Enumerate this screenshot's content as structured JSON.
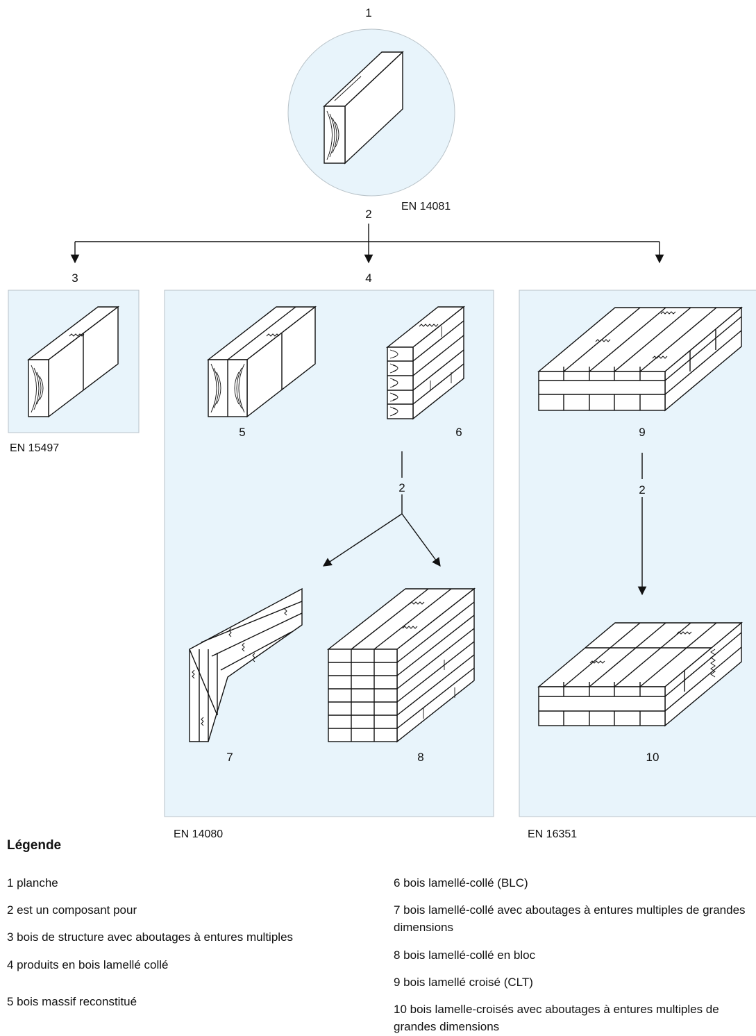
{
  "labels": {
    "n1": "1",
    "n2_top": "2",
    "n3": "3",
    "n4": "4",
    "n5": "5",
    "n6": "6",
    "n7": "7",
    "n8": "8",
    "n9": "9",
    "n10": "10",
    "n2_mid": "2",
    "n2_right": "2"
  },
  "standards": {
    "planche": "EN 14081",
    "structure": "EN 15497",
    "lamelle": "EN 14080",
    "clt": "EN 16351"
  },
  "legend": {
    "title": "Légende",
    "items": [
      "1 planche",
      "2 est un composant pour",
      "3 bois de structure avec aboutages à entures multiples",
      "4 produits en bois lamellé collé",
      "5 bois massif reconstitué",
      "6 bois lamellé-collé (BLC)",
      "7 bois lamellé-collé avec aboutages à entures multiples de grandes dimensions",
      "8 bois lamellé-collé en bloc",
      "9 bois lamellé croisé (CLT)",
      "10 bois lamelle-croisés avec aboutages à entures multiples de grandes dimensions"
    ]
  },
  "colors": {
    "panel": "#e8f4fb",
    "line": "#111111"
  }
}
